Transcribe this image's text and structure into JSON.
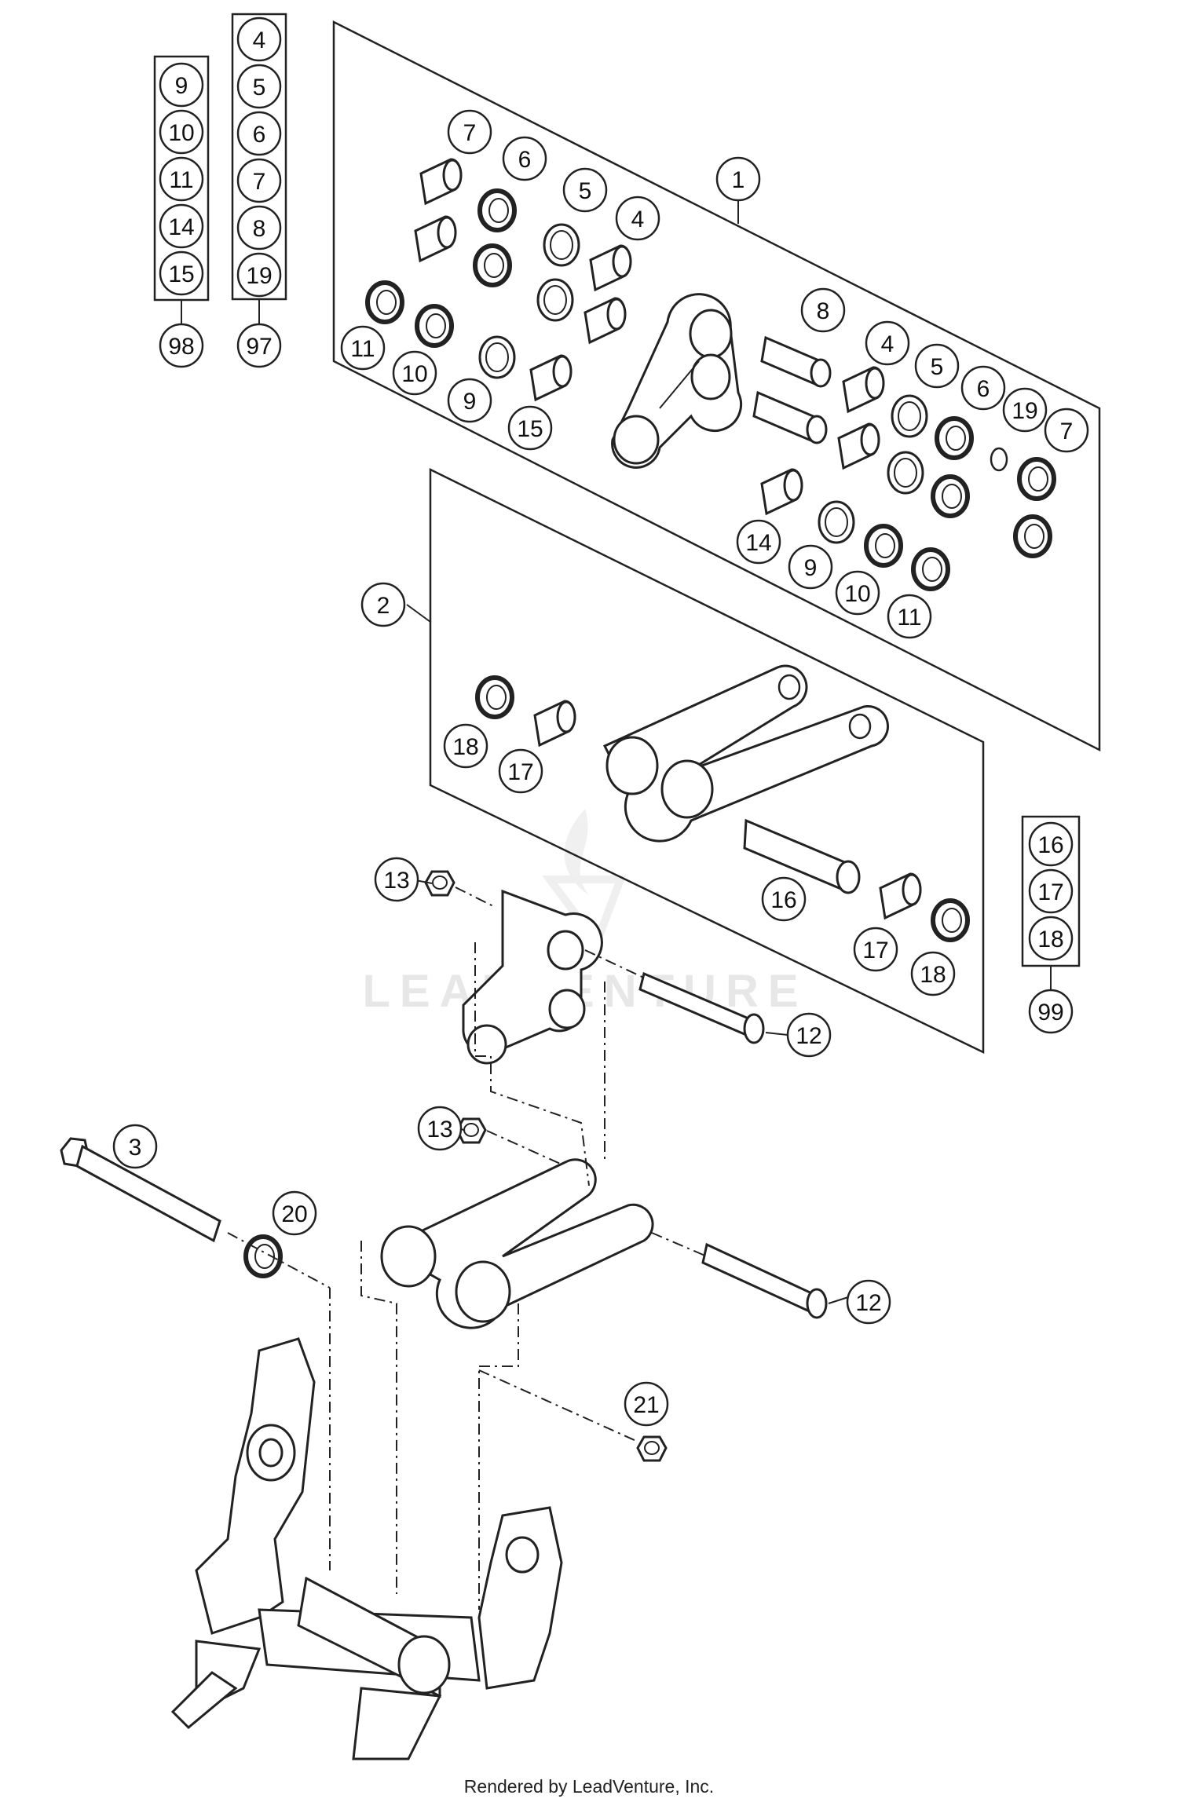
{
  "footer": "Rendered by LeadVenture, Inc.",
  "watermark": "LEADVENTURE",
  "callouts": {
    "c1": "1",
    "c2": "2",
    "c3": "3",
    "c4a": "4",
    "c4b": "4",
    "c5a": "5",
    "c5b": "5",
    "c6a": "6",
    "c6b": "6",
    "c7a": "7",
    "c7b": "7",
    "c8": "8",
    "c9a": "9",
    "c9b": "9",
    "c10a": "10",
    "c10b": "10",
    "c11a": "11",
    "c11b": "11",
    "c12a": "12",
    "c12b": "12",
    "c13a": "13",
    "c13b": "13",
    "c14": "14",
    "c15": "15",
    "c16": "16",
    "c17a": "17",
    "c17b": "17",
    "c18a": "18",
    "c18b": "18",
    "c19": "19",
    "c20": "20",
    "c21": "21"
  },
  "kits": {
    "k98": {
      "items": [
        "9",
        "10",
        "11",
        "14",
        "15"
      ],
      "label": "98"
    },
    "k97": {
      "items": [
        "4",
        "5",
        "6",
        "7",
        "8",
        "19"
      ],
      "label": "97"
    },
    "k99": {
      "items": [
        "16",
        "17",
        "18"
      ],
      "label": "99"
    }
  }
}
